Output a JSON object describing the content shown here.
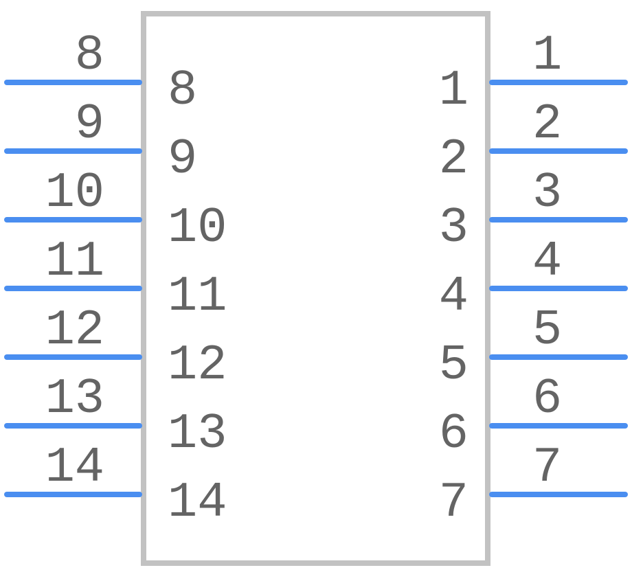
{
  "colors": {
    "body_outline": "#c2c2c2",
    "pin_line": "#4a8ef0",
    "label_text": "#646464",
    "background": "#ffffff"
  },
  "component": {
    "left_pins": [
      {
        "number": "8",
        "name": "8"
      },
      {
        "number": "9",
        "name": "9"
      },
      {
        "number": "10",
        "name": "10"
      },
      {
        "number": "11",
        "name": "11"
      },
      {
        "number": "12",
        "name": "12"
      },
      {
        "number": "13",
        "name": "13"
      },
      {
        "number": "14",
        "name": "14"
      }
    ],
    "right_pins": [
      {
        "number": "1",
        "name": "1"
      },
      {
        "number": "2",
        "name": "2"
      },
      {
        "number": "3",
        "name": "3"
      },
      {
        "number": "4",
        "name": "4"
      },
      {
        "number": "5",
        "name": "5"
      },
      {
        "number": "6",
        "name": "6"
      },
      {
        "number": "7",
        "name": "7"
      }
    ]
  }
}
